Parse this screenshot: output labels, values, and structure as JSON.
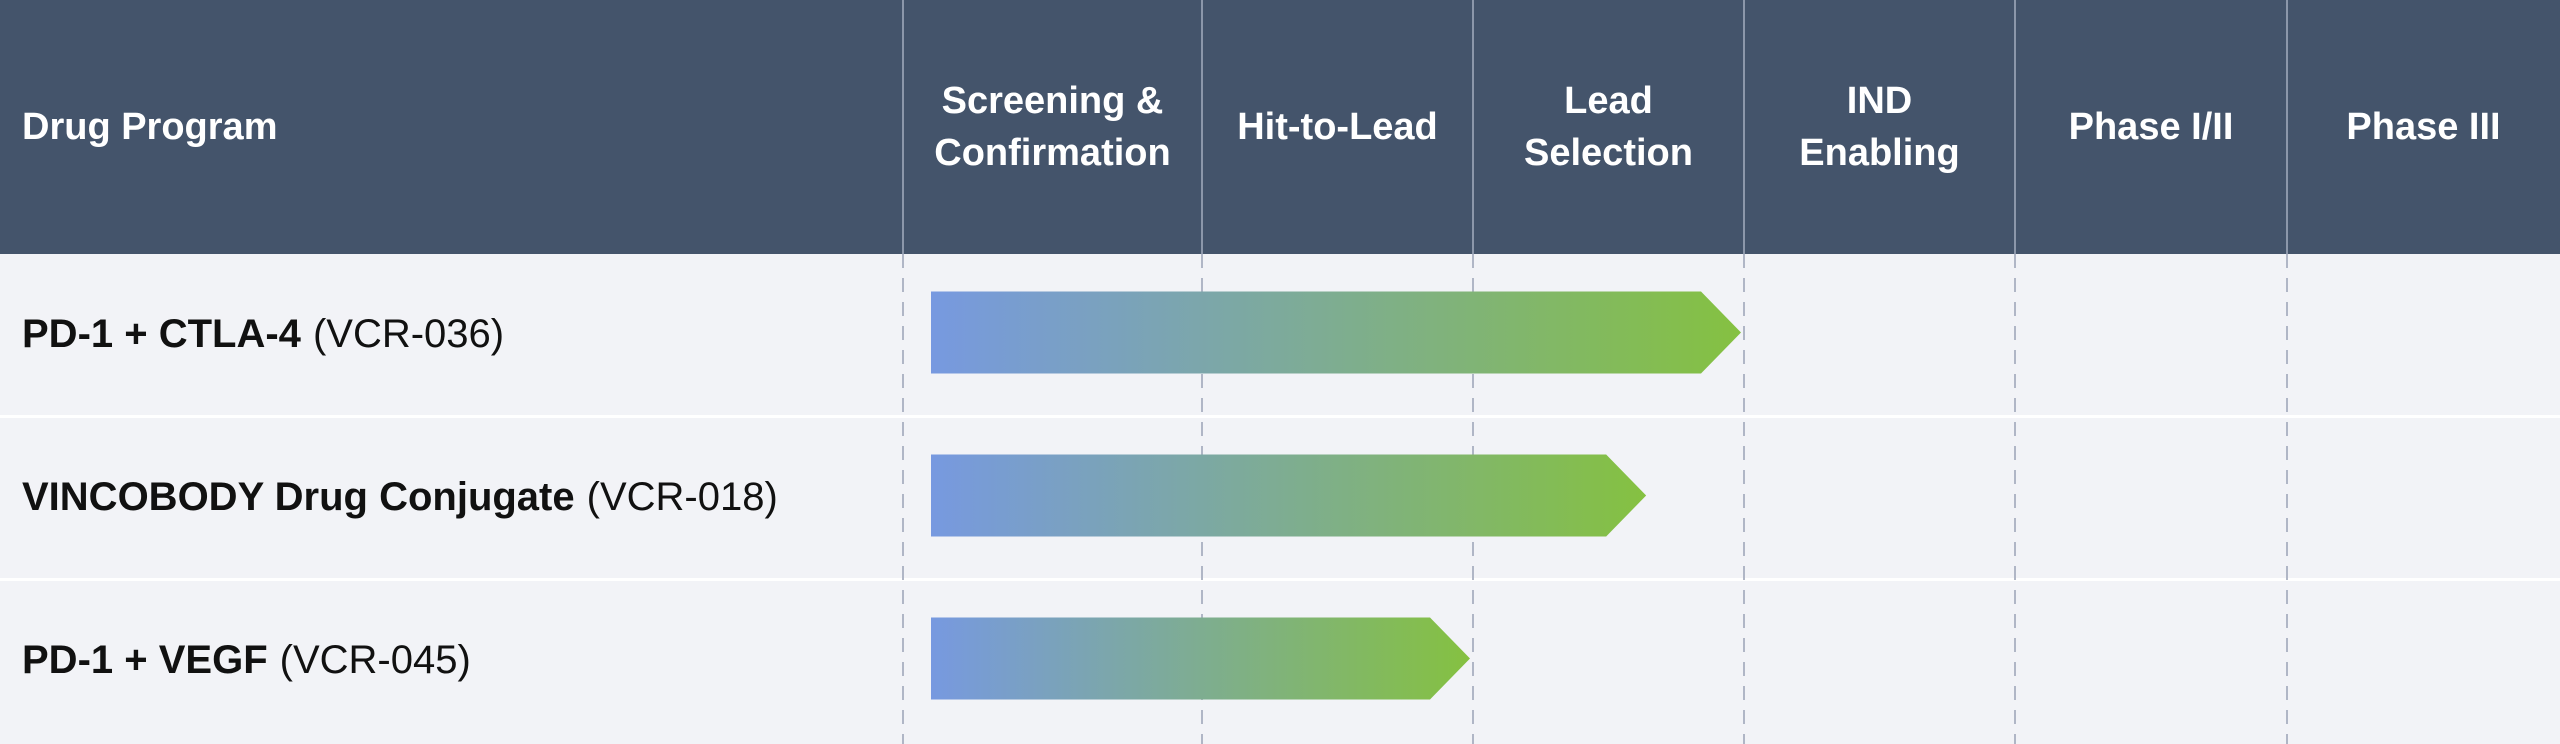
{
  "header": {
    "program_label": "Drug Program"
  },
  "chart_data": {
    "type": "bar",
    "stages": [
      {
        "lines": [
          "Screening &",
          "Confirmation"
        ]
      },
      {
        "lines": [
          "Hit-to-Lead"
        ]
      },
      {
        "lines": [
          "Lead",
          "Selection"
        ]
      },
      {
        "lines": [
          "IND",
          "Enabling"
        ]
      },
      {
        "lines": [
          "Phase I/II"
        ]
      },
      {
        "lines": [
          "Phase III"
        ]
      }
    ],
    "programs": [
      {
        "name": "PD-1 + CTLA-4",
        "code": "(VCR-036)",
        "progress": 3.0
      },
      {
        "name": "VINCOBODY Drug Conjugate",
        "code": "(VCR-018)",
        "progress": 2.65
      },
      {
        "name": "PD-1 + VEGF",
        "code": "(VCR-045)",
        "progress": 2.0
      }
    ],
    "colors": {
      "header_bg": "#44546b",
      "row_bg": "#f2f3f7",
      "bar_start": "#7799e0",
      "bar_end": "#85c141",
      "grid_line": "#b0b6c6"
    }
  }
}
